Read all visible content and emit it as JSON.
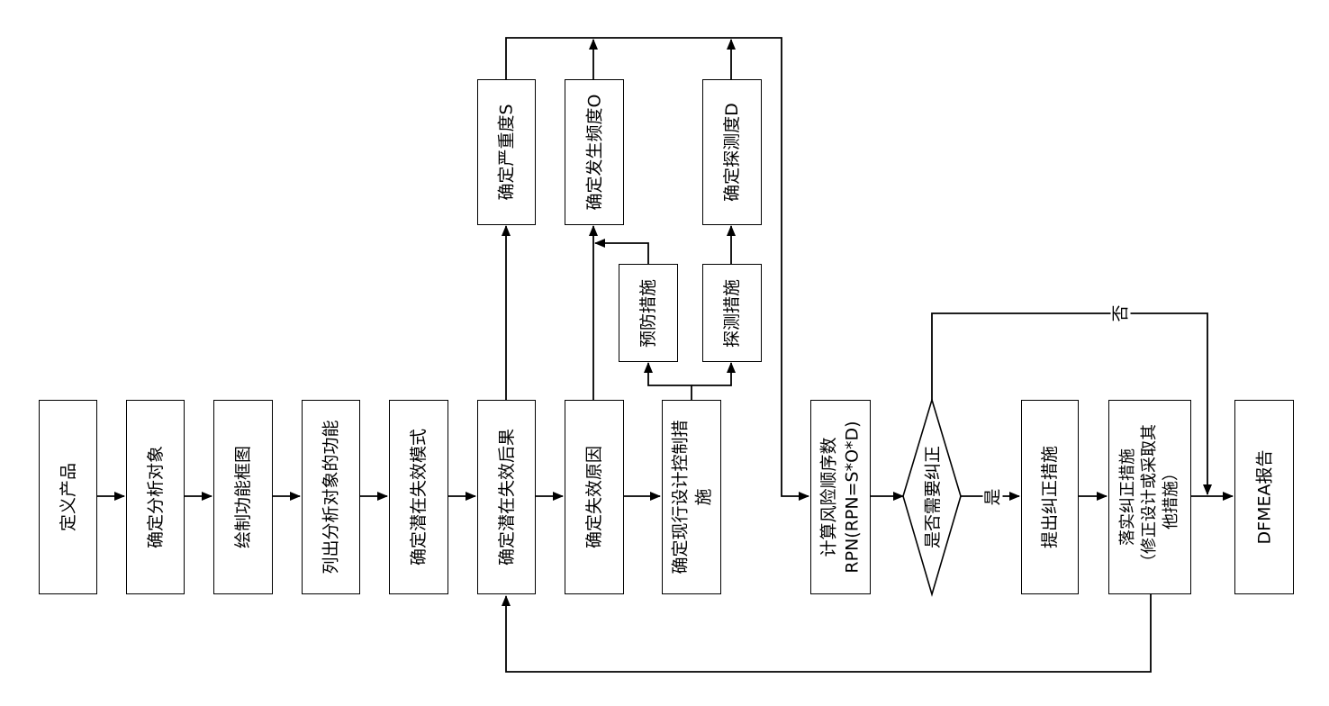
{
  "boxes": {
    "define_product": "定义产品",
    "define_analysis_object": "确定分析对象",
    "draw_function_block": "绘制功能框图",
    "list_functions": "列出分析对象的功能",
    "define_failure_modes": "确定潜在失效模式",
    "define_failure_effects": "确定潜在失效后果",
    "define_failure_causes": "确定失效原因",
    "current_design_controls": [
      "确定现行设计控制措",
      "施"
    ],
    "severity": "确定严重度S",
    "occurrence": "确定发生频度O",
    "detection": "确定探测度D",
    "prevention": "预防措施",
    "detection_measures": "探测措施",
    "calc_rpn": [
      "计算风险顺序数",
      "RPN(RPN=S*O*D)"
    ],
    "decision": "是否需要纠正",
    "propose_corrective": "提出纠正措施",
    "implement_corrective": [
      "落实纠正措施",
      "（修正设计或采取其",
      "他措施）"
    ],
    "dfmea_report": "DFMEA报告"
  },
  "labels": {
    "yes": "是",
    "no": "否"
  },
  "colors": {
    "line": "#000000",
    "background": "#ffffff"
  }
}
